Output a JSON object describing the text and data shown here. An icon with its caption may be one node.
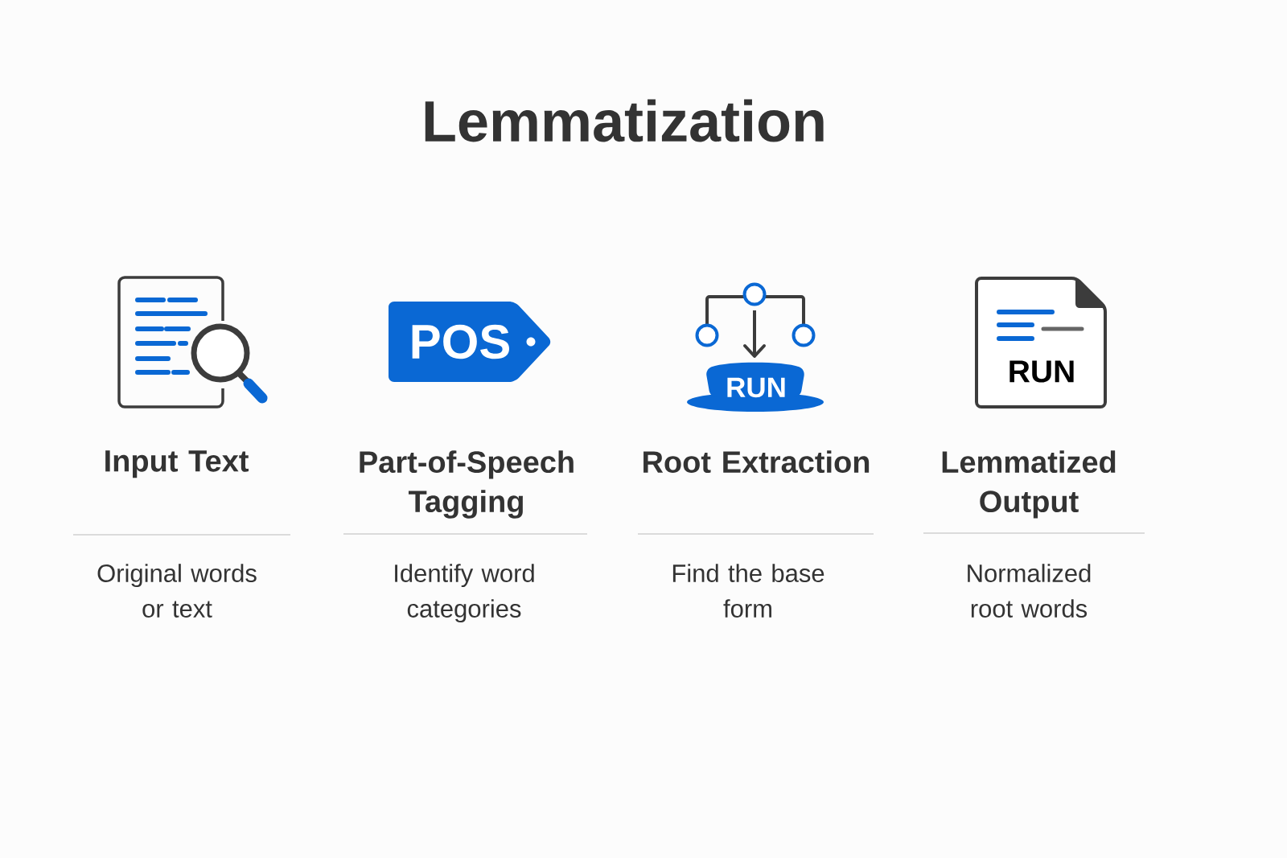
{
  "diagram": {
    "title": "Lemmatization",
    "nodes": [
      {
        "text": [],
        "shape": "picture",
        "beside": [
          "Input Text"
        ]
      },
      {
        "text": [
          "POS"
        ],
        "beside": [
          "Part-of-Speech Tagging"
        ]
      },
      {
        "text": [
          "RUN"
        ],
        "beside": [
          "Root Extraction"
        ]
      },
      {
        "text": [
          "RUN"
        ],
        "beside": [
          "Lemmatized Output"
        ]
      }
    ],
    "labels": [
      "Original words or text",
      "Identify word categories",
      "Find the base form",
      "Normalized root words"
    ]
  }
}
